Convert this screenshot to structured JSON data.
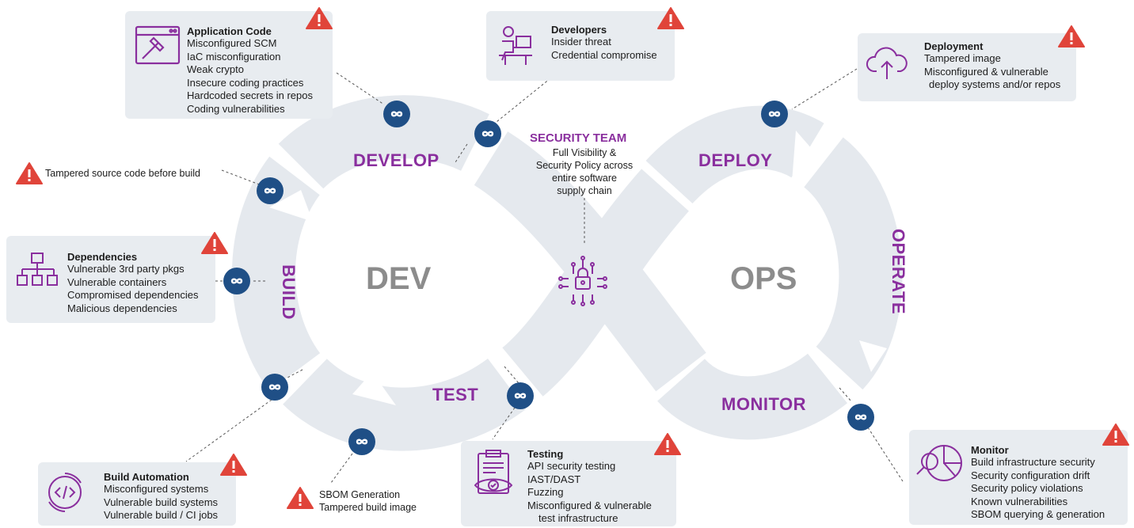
{
  "colors": {
    "purple": "#8a2f9e",
    "card_bg": "#e8ecf0",
    "loop_bg": "#e5e9ee",
    "node_blue": "#1f4f86",
    "warning_red": "#e0443a",
    "big_text": "#8c8c8c"
  },
  "center": {
    "dev": "DEV",
    "ops": "OPS"
  },
  "stages": {
    "develop": "DEVELOP",
    "build": "BUILD",
    "test": "TEST",
    "deploy": "DEPLOY",
    "operate": "OPERATE",
    "monitor": "MONITOR"
  },
  "security_team": {
    "title": "SECURITY TEAM",
    "lines": [
      "Full Visibility &",
      "Security Policy across",
      "entire software",
      "supply chain"
    ],
    "icon": "circuit-lock-icon"
  },
  "cards": {
    "application_code": {
      "title": "Application Code",
      "icon": "code-window-hammer-icon",
      "items": [
        "Misconfigured SCM",
        "IaC misconfiguration",
        "Weak crypto",
        "Insecure coding practices",
        "Hardcoded secrets in repos",
        "Coding vulnerabilities"
      ]
    },
    "developers": {
      "title": "Developers",
      "icon": "developer-at-desk-icon",
      "items": [
        "Insider threat",
        "Credential compromise"
      ]
    },
    "deployment": {
      "title": "Deployment",
      "icon": "cloud-upload-icon",
      "items": [
        "Tampered image",
        "Misconfigured & vulnerable",
        "deploy systems and/or repos"
      ]
    },
    "dependencies": {
      "title": "Dependencies",
      "icon": "hierarchy-icon",
      "items": [
        "Vulnerable 3rd party pkgs",
        "Vulnerable containers",
        "Compromised dependencies",
        "Malicious dependencies"
      ]
    },
    "build_automation": {
      "title": "Build Automation",
      "icon": "code-cycle-icon",
      "items": [
        "Misconfigured systems",
        "Vulnerable build systems",
        "Vulnerable build / CI jobs"
      ]
    },
    "testing": {
      "title": "Testing",
      "icon": "clipboard-eye-icon",
      "items": [
        "API security testing",
        "IAST/DAST",
        "Fuzzing",
        "Misconfigured & vulnerable",
        "test infrastructure"
      ]
    },
    "monitor": {
      "title": "Monitor",
      "icon": "magnifier-chart-icon",
      "items": [
        "Build infrastructure security",
        "Security configuration drift",
        "Security policy violations",
        "Known vulnerabilities",
        "SBOM querying & generation"
      ]
    }
  },
  "standalone": {
    "tampered_source": "Tampered source code before build",
    "sbom": [
      "SBOM Generation",
      "Tampered build image"
    ]
  }
}
